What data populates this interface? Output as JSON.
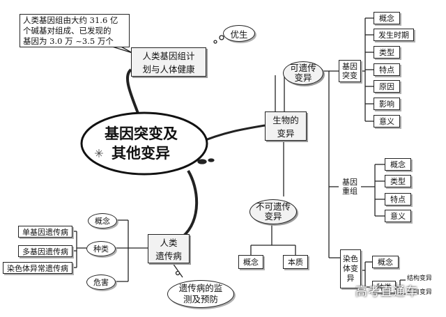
{
  "root": {
    "line1": "基因突变及",
    "line2": "其他变异"
  },
  "left_top": {
    "note": [
      "人类基因组由大约 31.6 亿",
      "个碱基对组成、已发现的",
      "基因为 3.0 万 ~3.5 万个"
    ],
    "box": [
      "人类基因组计",
      "划与人体健康"
    ],
    "bubble": "优生"
  },
  "bottom_left": {
    "box": [
      "人类",
      "遗传病"
    ],
    "concept": "概念",
    "types": "种类",
    "harm": "危害",
    "type_items": [
      "单基因遗传病",
      "多基因遗传病",
      "染色体异常遗传病"
    ],
    "monitor": [
      "遗传病的监",
      "测及预防"
    ]
  },
  "right": {
    "bio_var": [
      "生物的",
      "变异"
    ],
    "heritable": [
      "可遗传",
      "变异"
    ],
    "non_heritable": [
      "不可遗传",
      "变异"
    ],
    "non_items": [
      "概念",
      "本质"
    ],
    "gene_mutation": [
      "基因",
      "突变"
    ],
    "gm_items": [
      "概念",
      "发生时期",
      "类型",
      "特点",
      "原因",
      "影响",
      "意义"
    ],
    "gene_recomb": [
      "基因",
      "重组"
    ],
    "gr_items": [
      "概念",
      "类型",
      "特点",
      "意义"
    ],
    "chrom_var": [
      "染色",
      "体变",
      "异"
    ],
    "cv_items": [
      "概念",
      "种类"
    ],
    "cv_kinds": [
      "结构变异",
      "数目变异"
    ]
  },
  "watermark": "高考直通车"
}
